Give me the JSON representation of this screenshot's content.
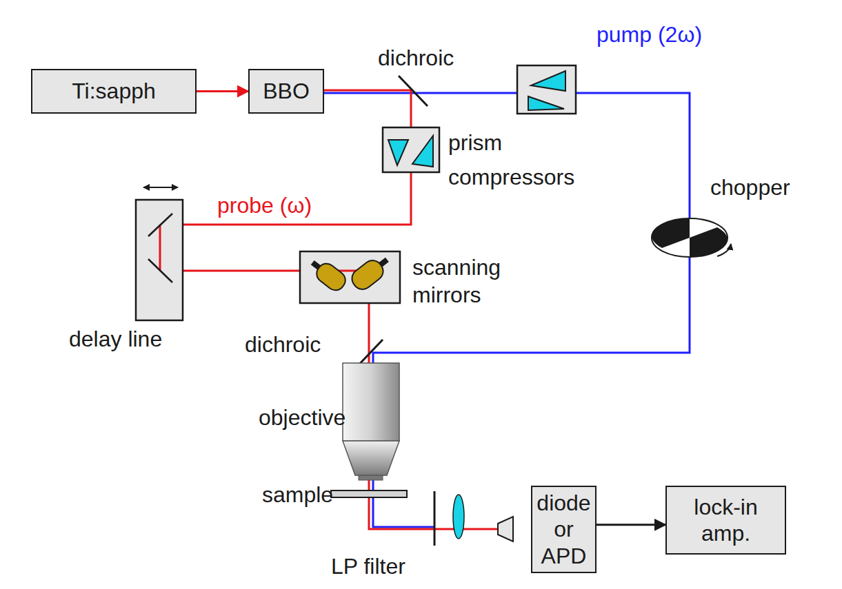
{
  "diagram": {
    "nodes": [
      {
        "text": [
          "Ti:sapph"
        ]
      },
      {
        "text": [
          "BBO"
        ]
      },
      {
        "text": [
          "diode or APD"
        ]
      },
      {
        "text": [
          "lock-in amp."
        ]
      }
    ],
    "edges": [
      {
        "from": 0,
        "to": 1,
        "arrow": "to"
      },
      {
        "from": 2,
        "to": 3,
        "arrow": "to"
      }
    ],
    "labels": [
      "dichroic",
      "pump (2ω)",
      "prism compressors",
      "chopper",
      "probe (ω)",
      "delay line",
      "scanning mirrors",
      "dichroic",
      "objective",
      "sample",
      "LP filter"
    ]
  }
}
